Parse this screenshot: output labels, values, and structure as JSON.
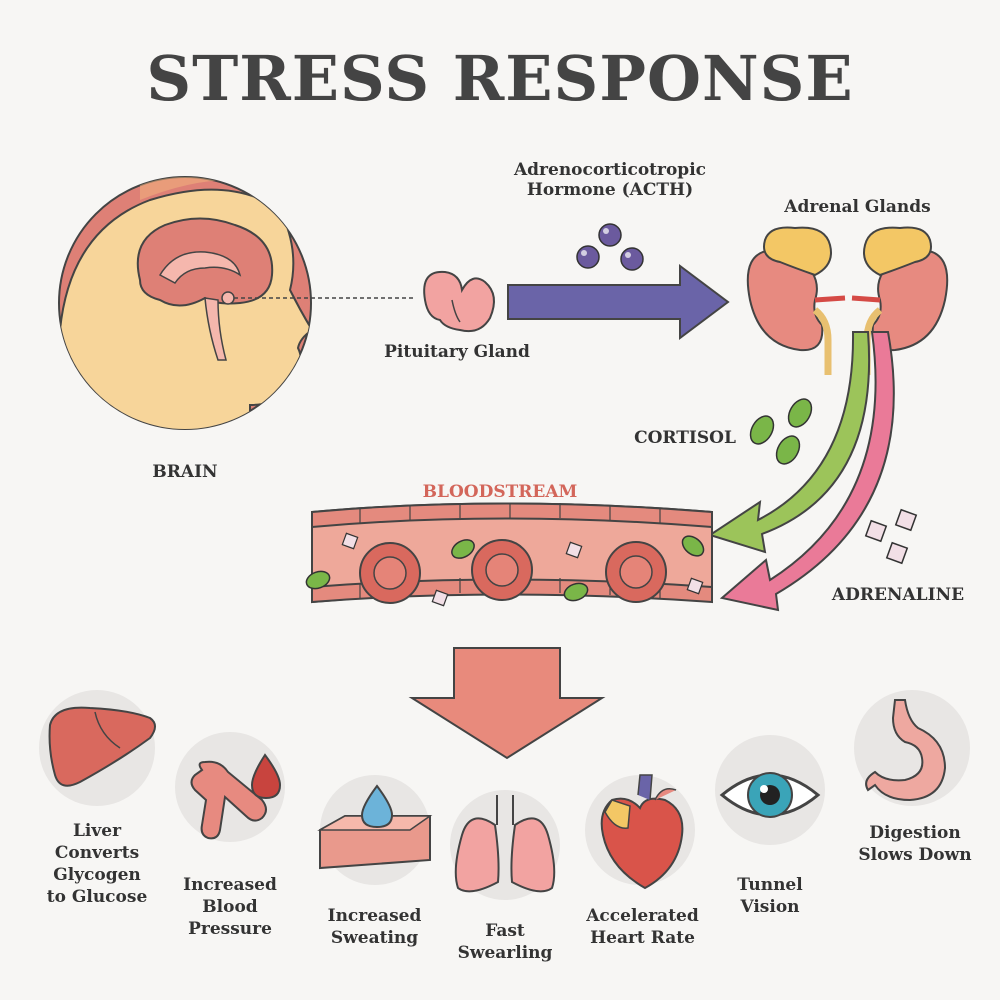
{
  "title": "STRESS RESPONSE",
  "labels": {
    "brain": "BRAIN",
    "pituitary": "Pituitary Gland",
    "acth": "Adrenocorticotropic\nHormone (ACTH)",
    "adrenal": "Adrenal Glands",
    "cortisol": "CORTISOL",
    "bloodstream": "BLOODSTREAM",
    "adrenaline": "ADRENALINE"
  },
  "effects": [
    {
      "icon": "liver-icon",
      "label": "Liver\nConverts\nGlycogen\nto Glucose"
    },
    {
      "icon": "blood-vessel-icon",
      "label": "Increased\nBlood\nPressure"
    },
    {
      "icon": "sweat-skin-icon",
      "label": "Increased\nSweating"
    },
    {
      "icon": "lungs-icon",
      "label": "Fast\nSwearling"
    },
    {
      "icon": "heart-icon",
      "label": "Accelerated\nHeart Rate"
    },
    {
      "icon": "eye-icon",
      "label": "Tunnel\nVision"
    },
    {
      "icon": "stomach-icon",
      "label": "Digestion\nSlows Down"
    }
  ],
  "colors": {
    "brain_circle": "#de8076",
    "skin": "#f7d59a",
    "acth_arrow": "#6a64a8",
    "cortisol_arrow": "#9cc45a",
    "adrenaline_arrow": "#ea7a98",
    "bloodstream_label": "#d3665a",
    "down_arrow": "#e88a7c"
  }
}
